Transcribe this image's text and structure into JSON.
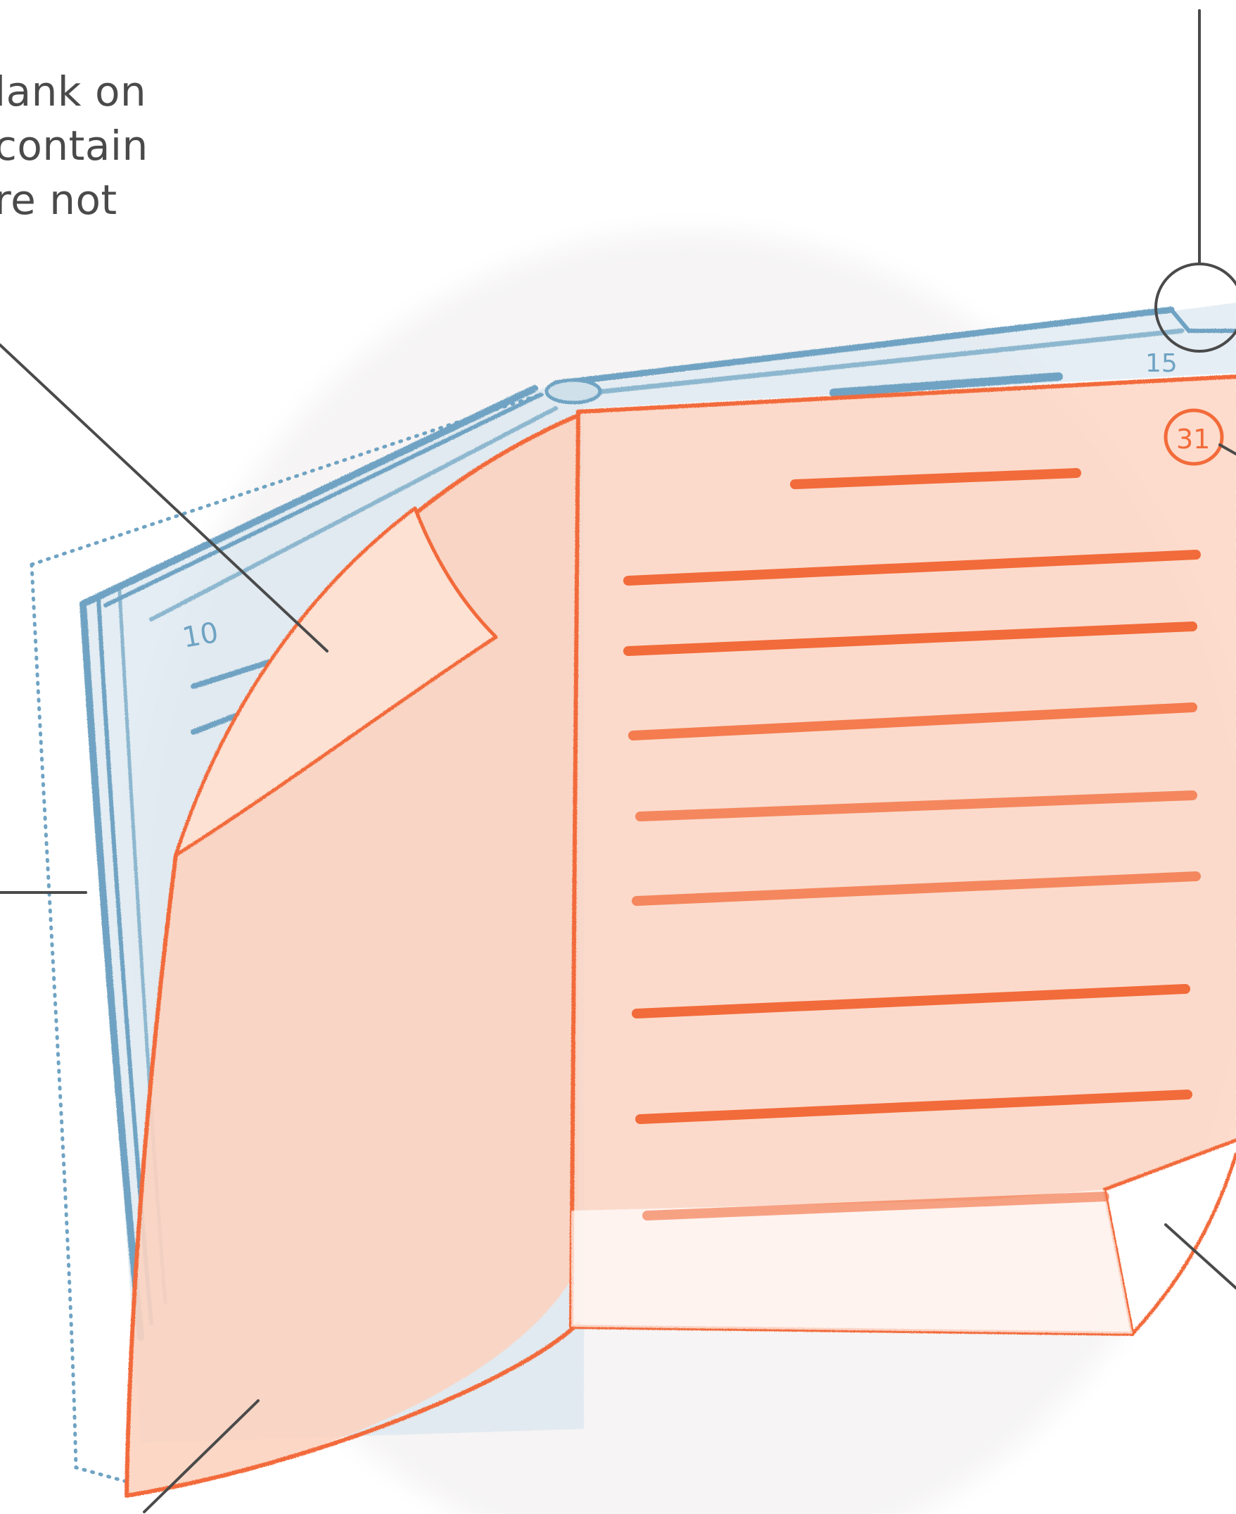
{
  "caption": {
    "lines": [
      "lank on",
      "contain",
      "re not"
    ]
  },
  "page_numbers": {
    "left_underlying": "10",
    "right_underlying": "15",
    "right_page": "31"
  },
  "colors": {
    "accent_orange": "#f26b3a",
    "page_fill_orange": "#fcd3c0",
    "accent_blue": "#6fa3c3",
    "leader_line": "#4a4a4a",
    "caption_text": "#4a4a4a"
  }
}
